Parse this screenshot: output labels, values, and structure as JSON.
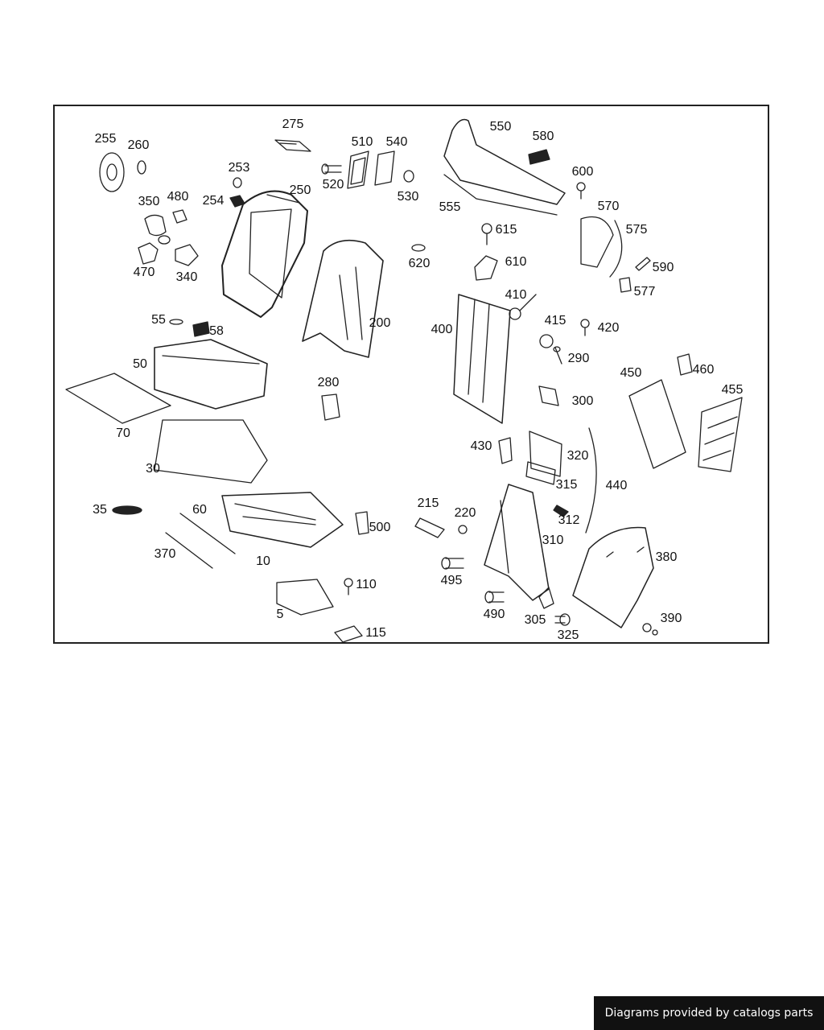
{
  "diagram": {
    "callouts": {
      "c5": "5",
      "c10": "10",
      "c30": "30",
      "c35": "35",
      "c50": "50",
      "c55": "55",
      "c58": "58",
      "c60": "60",
      "c70": "70",
      "c110": "110",
      "c115": "115",
      "c200": "200",
      "c215": "215",
      "c220": "220",
      "c250": "250",
      "c253": "253",
      "c254": "254",
      "c255": "255",
      "c260": "260",
      "c275": "275",
      "c280": "280",
      "c290": "290",
      "c300": "300",
      "c305": "305",
      "c310": "310",
      "c312": "312",
      "c315": "315",
      "c320": "320",
      "c325": "325",
      "c340": "340",
      "c350": "350",
      "c370": "370",
      "c380": "380",
      "c390": "390",
      "c400": "400",
      "c410": "410",
      "c415": "415",
      "c420": "420",
      "c430": "430",
      "c440": "440",
      "c450": "450",
      "c455": "455",
      "c460": "460",
      "c470": "470",
      "c480": "480",
      "c490": "490",
      "c495": "495",
      "c500": "500",
      "c510": "510",
      "c520": "520",
      "c530": "530",
      "c540": "540",
      "c550": "550",
      "c555": "555",
      "c570": "570",
      "c575": "575",
      "c577": "577",
      "c580": "580",
      "c590": "590",
      "c600": "600",
      "c610": "610",
      "c615": "615",
      "c620": "620"
    }
  },
  "footer": {
    "credit": "Diagrams provided by catalogs parts"
  },
  "colors": {
    "line": "#222222",
    "background": "#ffffff",
    "footer_bg": "#111111",
    "footer_text": "#ffffff"
  }
}
